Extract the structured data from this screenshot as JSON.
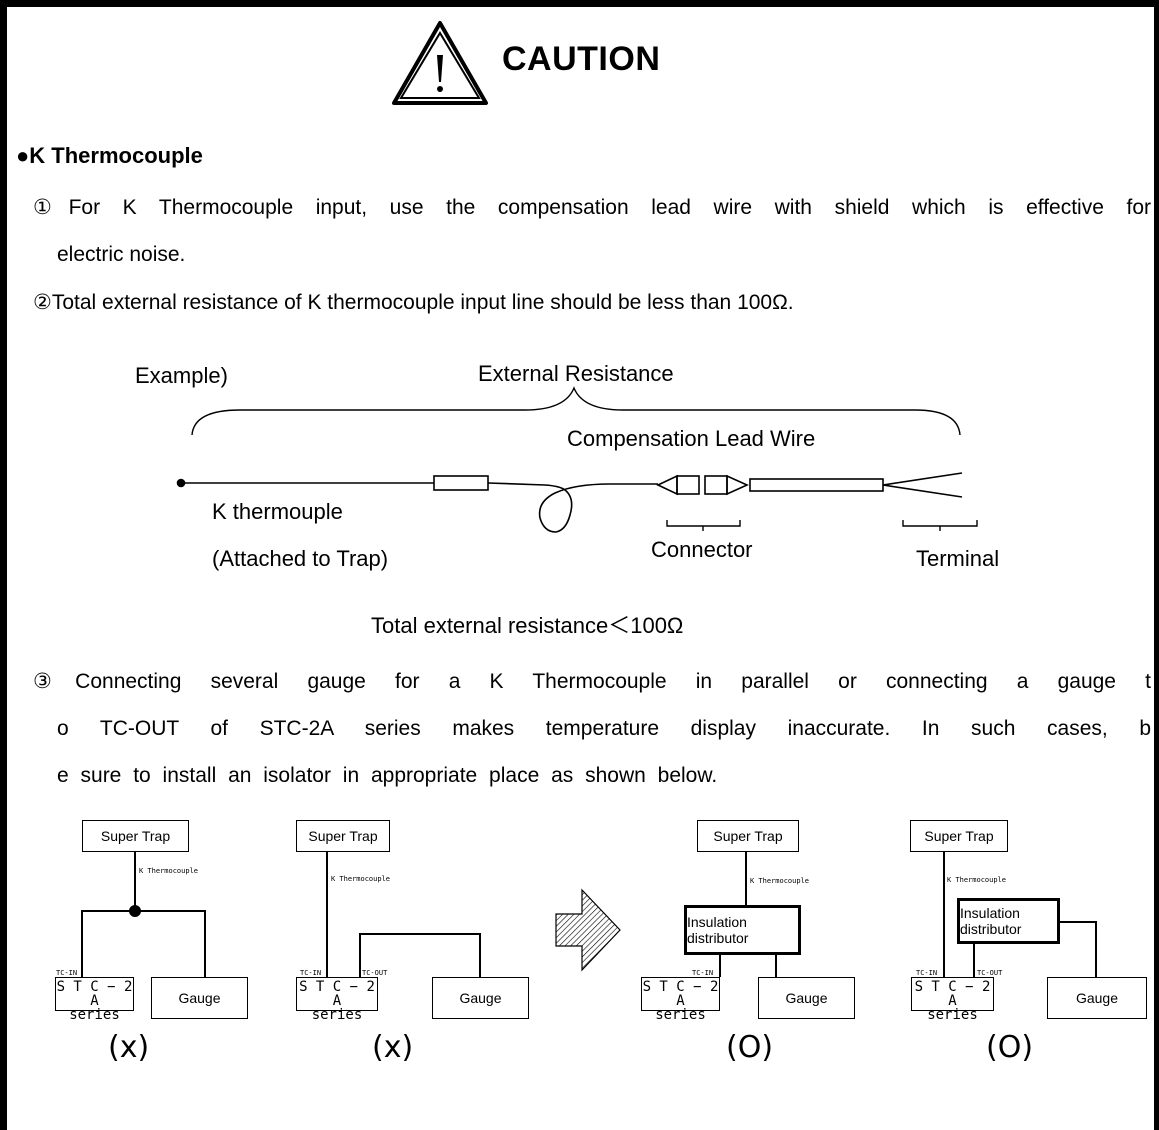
{
  "header": {
    "title": "CAUTION"
  },
  "section": {
    "heading": "●K  Thermocouple",
    "item1_line1": "①For K Thermocouple input, use the compensation lead wire with shield which is effective for",
    "item1_line2": "electric noise.",
    "item2": "②Total external resistance of K thermocouple input line should be less than 100Ω.",
    "item3_line1": "③Connecting several gauge for a K Thermocouple in parallel or connecting a gauge t",
    "item3_line2": "o TC-OUT of STC-2A series makes temperature display inaccurate. In such cases, b",
    "item3_line3": "e sure to install an isolator in appropriate place as shown below."
  },
  "example": {
    "label": "Example)",
    "external_resistance": "External Resistance",
    "compensation_lead_wire": "Compensation Lead Wire",
    "k_thermocouple": "K thermouple",
    "attached": "(Attached to Trap)",
    "connector": "Connector",
    "terminal": "Terminal",
    "total": "Total external resistance＜100Ω"
  },
  "diagrams": [
    {
      "super_trap": "Super Trap",
      "k_label": "K Thermocouple",
      "tc_in": "TC-IN",
      "stc_line1": "S T C − 2 A",
      "stc_line2": "series",
      "gauge": "Gauge",
      "verdict": "(x)"
    },
    {
      "super_trap": "Super Trap",
      "k_label": "K Thermocouple",
      "tc_in": "TC-IN",
      "tc_out": "TC-OUT",
      "stc_line1": "S T C − 2 A",
      "stc_line2": "series",
      "gauge": "Gauge",
      "verdict": "(x)"
    },
    {
      "super_trap": "Super Trap",
      "k_label": "K Thermocouple",
      "insulation": "Insulation distributor",
      "tc_in": "TC-IN",
      "stc_line1": "S T C − 2 A",
      "stc_line2": "series",
      "gauge": "Gauge",
      "verdict": "(O)"
    },
    {
      "super_trap": "Super Trap",
      "k_label": "K Thermocouple",
      "insulation": "Insulation distributor",
      "tc_in": "TC-IN",
      "tc_out": "TC-OUT",
      "stc_line1": "S T C − 2 A",
      "stc_line2": "series",
      "gauge": "Gauge",
      "verdict": "(O)"
    }
  ]
}
